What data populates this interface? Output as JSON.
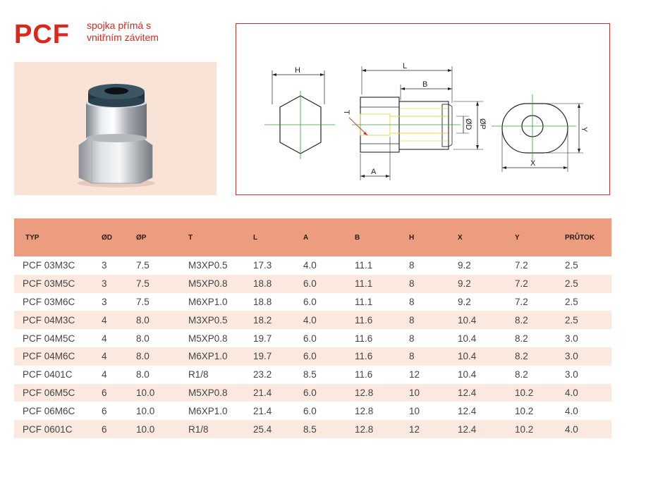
{
  "header": {
    "code": "PCF",
    "subtitle_line1": "spojka přímá s",
    "subtitle_line2": "vnitřním závitem"
  },
  "drawing": {
    "labels": {
      "H": "H",
      "L": "L",
      "B": "B",
      "T": "T",
      "D": "ØD",
      "P": "ØP",
      "A": "A",
      "X": "X",
      "Y": "Y"
    }
  },
  "table": {
    "columns": [
      "TYP",
      "ØD",
      "ØP",
      "T",
      "L",
      "A",
      "B",
      "H",
      "X",
      "Y",
      "PRŮTOK"
    ],
    "rows": [
      [
        "PCF 03M3C",
        "3",
        "7.5",
        "M3XP0.5",
        "17.3",
        "4.0",
        "11.1",
        "8",
        "9.2",
        "7.2",
        "2.5"
      ],
      [
        "PCF 03M5C",
        "3",
        "7.5",
        "M5XP0.8",
        "18.8",
        "6.0",
        "11.1",
        "8",
        "9.2",
        "7.2",
        "2.5"
      ],
      [
        "PCF 03M6C",
        "3",
        "7.5",
        "M6XP1.0",
        "18.8",
        "6.0",
        "11.1",
        "8",
        "9.2",
        "7.2",
        "2.5"
      ],
      [
        "PCF 04M3C",
        "4",
        "8.0",
        "M3XP0.5",
        "18.2",
        "4.0",
        "11.6",
        "8",
        "10.4",
        "8.2",
        "2.5"
      ],
      [
        "PCF 04M5C",
        "4",
        "8.0",
        "M5XP0.8",
        "19.7",
        "6.0",
        "11.6",
        "8",
        "10.4",
        "8.2",
        "3.0"
      ],
      [
        "PCF 04M6C",
        "4",
        "8.0",
        "M6XP1.0",
        "19.7",
        "6.0",
        "11.6",
        "8",
        "10.4",
        "8.2",
        "3.0"
      ],
      [
        "PCF 0401C",
        "4",
        "8.0",
        "R1/8",
        "23.2",
        "8.5",
        "11.6",
        "12",
        "10.4",
        "8.2",
        "3.0"
      ],
      [
        "PCF 06M5C",
        "6",
        "10.0",
        "M5XP0.8",
        "21.4",
        "6.0",
        "12.8",
        "10",
        "12.4",
        "10.2",
        "4.0"
      ],
      [
        "PCF 06M6C",
        "6",
        "10.0",
        "M6XP1.0",
        "21.4",
        "6.0",
        "12.8",
        "10",
        "12.4",
        "10.2",
        "4.0"
      ],
      [
        "PCF 0601C",
        "6",
        "10.0",
        "R1/8",
        "25.4",
        "8.5",
        "12.8",
        "12",
        "12.4",
        "10.2",
        "4.0"
      ]
    ]
  }
}
